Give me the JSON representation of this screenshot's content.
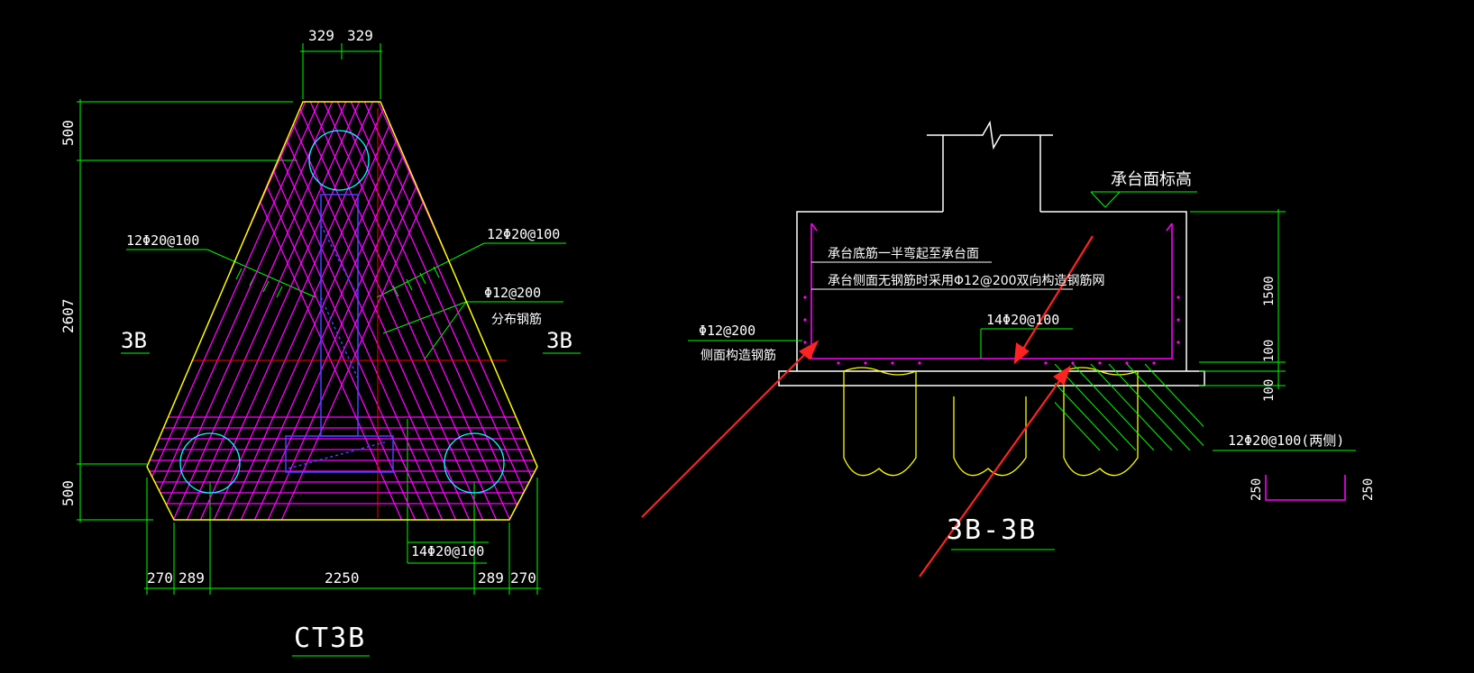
{
  "plan": {
    "top_dims": [
      "329",
      "329"
    ],
    "left_dims": [
      "500",
      "2607",
      "500"
    ],
    "bottom_dims": [
      "270",
      "289",
      "2250",
      "289",
      "270"
    ],
    "rebar_left": "12Φ20@100",
    "rebar_right": "12Φ20@100",
    "dist_rebar": "Φ12@200",
    "dist_rebar_cn": "分布钢筋",
    "bottom_rebar": "14Φ20@100",
    "section_mark_left": "3B",
    "section_mark_right": "3B",
    "title": "CT3B"
  },
  "section": {
    "top_elev_label": "承台面标高",
    "note1": "承台底筋一半弯起至承台面",
    "note2": "承台侧面无钢筋时采用Φ12@200双向构造钢筋网",
    "bottom_rebar": "14Φ20@100",
    "side_rebar": "Φ12@200",
    "side_rebar_cn": "侧面构造钢筋",
    "right_dims": [
      "1500",
      "100",
      "100"
    ],
    "side_bar_label": "12Φ20@100(两侧)",
    "hook_dims": [
      "250",
      "250"
    ],
    "title": "3B-3B"
  },
  "colors": {
    "outline": "#ffff00",
    "rebar": "#ff00ff",
    "dimension": "#00ff00",
    "pile": "#00ffff",
    "column": "#3333ff",
    "section_cut": "#ff0000",
    "arrow": "#ff2222"
  }
}
